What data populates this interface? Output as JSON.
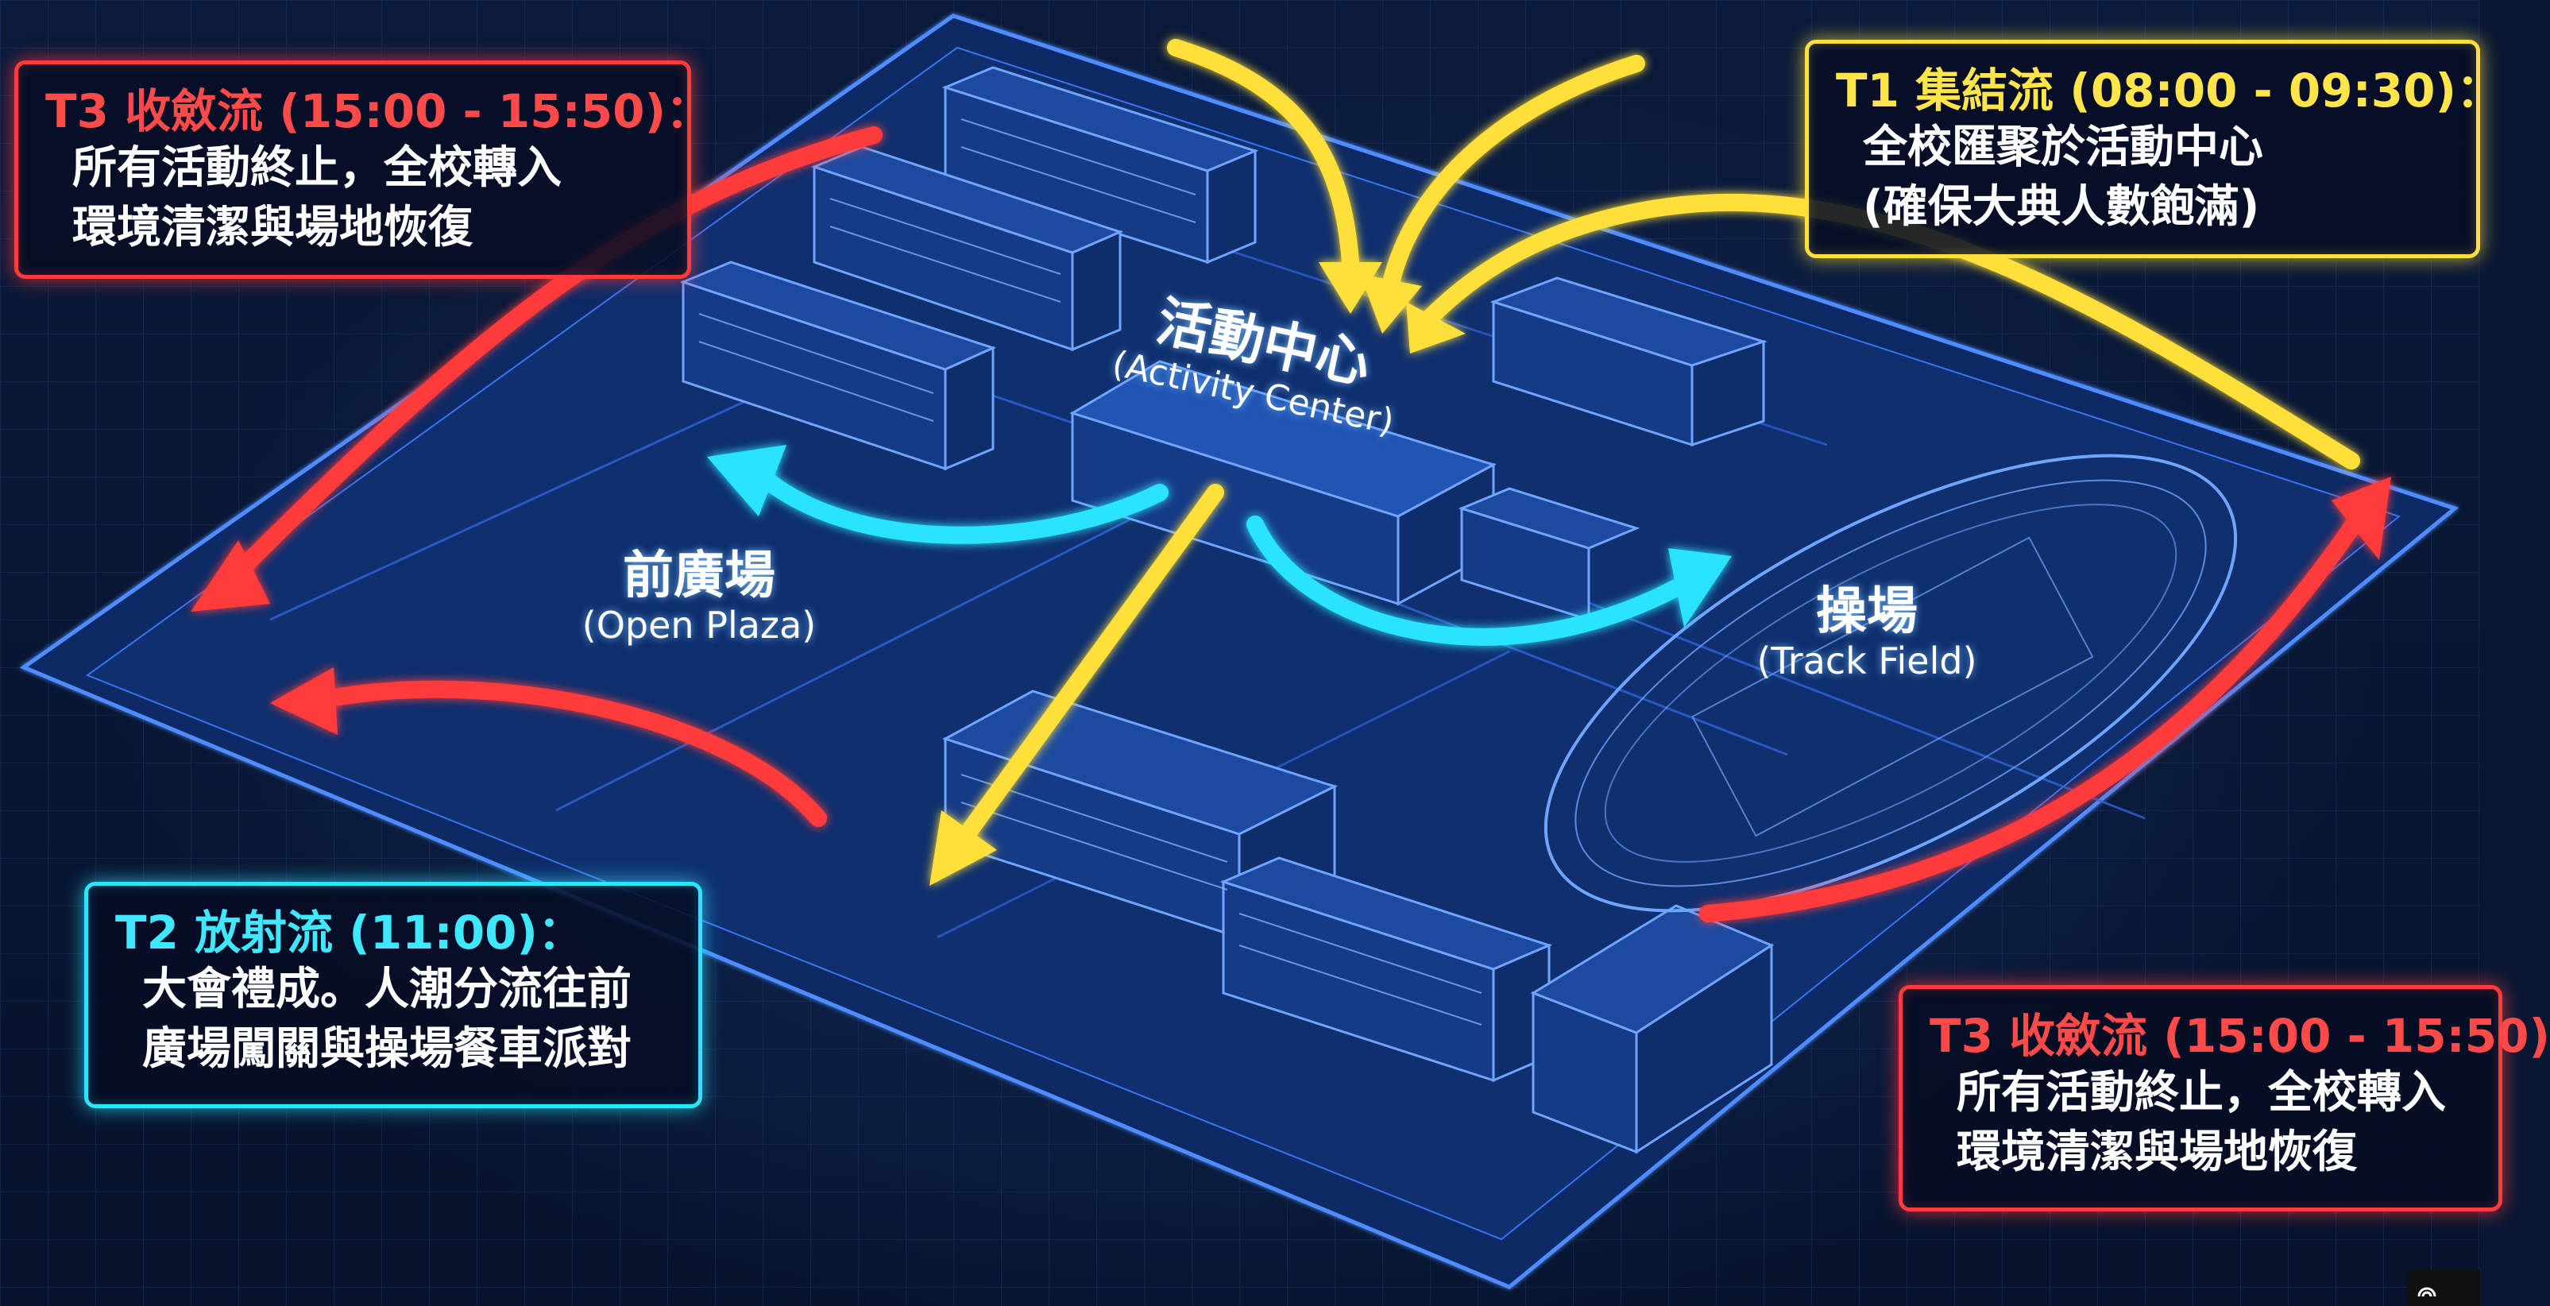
{
  "cards": {
    "t3_top": {
      "title": "T3 收斂流 (15:00 - 15:50)：",
      "line1": "所有活動終止，全校轉入",
      "line2": "環境清潔與場地恢復",
      "color": "#ff3b3b"
    },
    "t1": {
      "title": "T1 集結流 (08:00 - 09:30)：",
      "line1": "全校匯聚於活動中心",
      "line2": "(確保大典人數飽滿)",
      "color": "#ffe03a"
    },
    "t2": {
      "title": "T2 放射流 (11:00)：",
      "line1": "大會禮成。人潮分流往前",
      "line2": "廣場闖關與操場餐車派對",
      "color": "#2be4ff"
    },
    "t3_bottom": {
      "title": "T3 收斂流 (15:00 - 15:50)",
      "line1": "所有活動終止，全校轉入",
      "line2": "環境清潔與場地恢復",
      "color": "#ff3b3b"
    }
  },
  "places": {
    "activity_center": {
      "zh": "活動中心",
      "en": "(Activity Center)"
    },
    "open_plaza": {
      "zh": "前廣場",
      "en": "(Open Plaza)"
    },
    "track_field": {
      "zh": "操場",
      "en": "(Track Field)"
    }
  },
  "colors": {
    "background": "#0a1733",
    "blueprint_line": "#3d7dff",
    "flow_yellow": "#ffe03a",
    "flow_cyan": "#2be4ff",
    "flow_red": "#ff3b3b"
  },
  "watermark": {
    "icon": "notebooklm-logo-icon"
  }
}
